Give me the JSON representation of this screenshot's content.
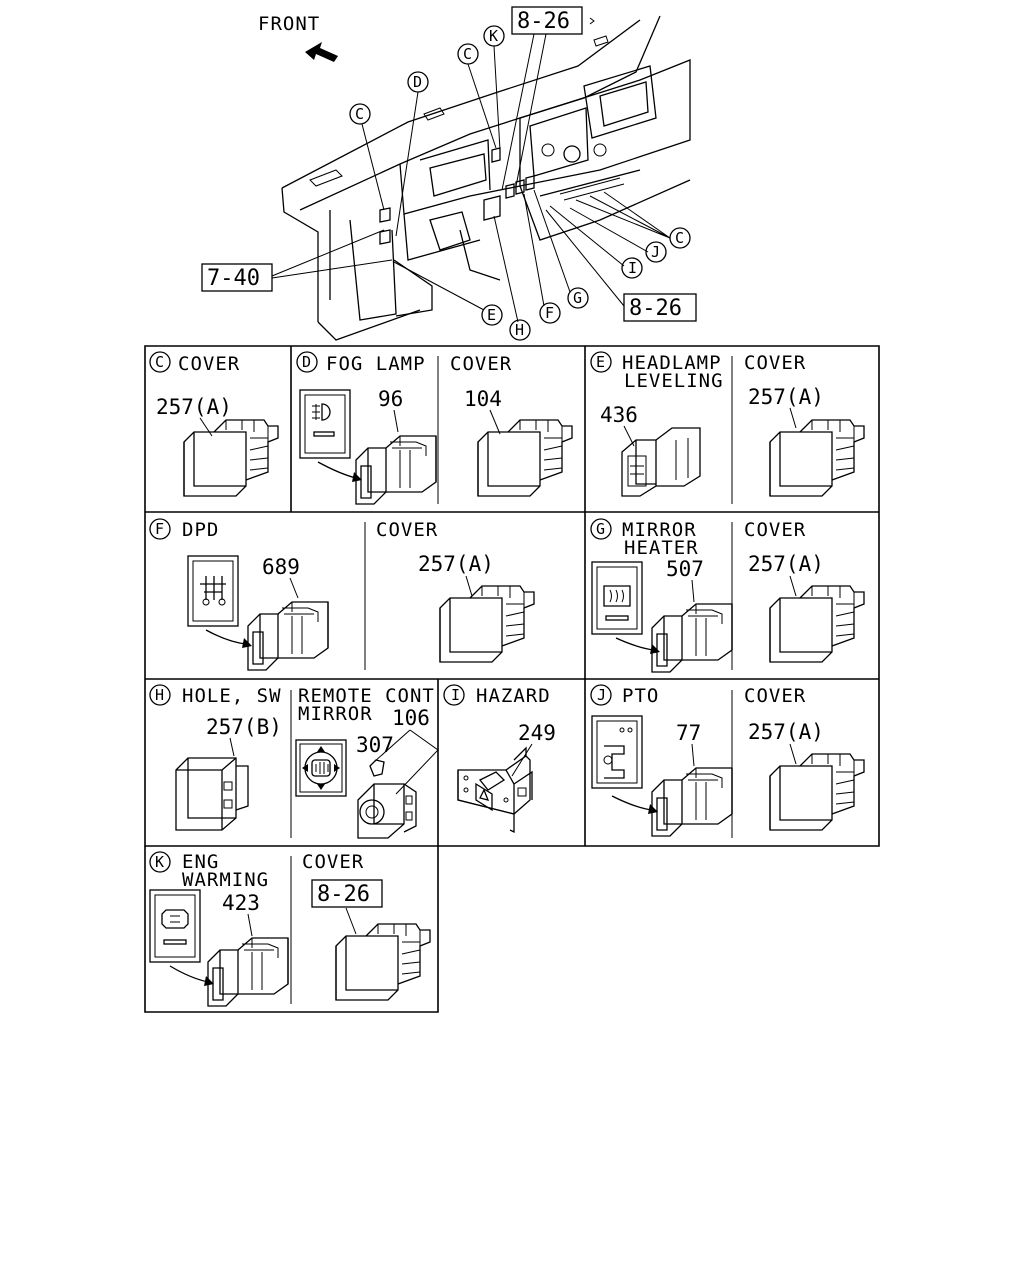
{
  "overview": {
    "front_label": "FRONT",
    "ref_top": "8-26",
    "ref_left": "7-40",
    "ref_bottom": "8-26",
    "callouts": [
      "C",
      "K",
      "D",
      "C",
      "C",
      "J",
      "I",
      "G",
      "F",
      "H",
      "E"
    ]
  },
  "cells": [
    {
      "id": "C",
      "letter": "C",
      "title": "COVER",
      "parts": [
        "257(A)"
      ]
    },
    {
      "id": "D",
      "letter": "D",
      "title": "FOG LAMP",
      "parts": [
        "96"
      ],
      "sub_title": "COVER",
      "sub_parts": [
        "104"
      ]
    },
    {
      "id": "E",
      "letter": "E",
      "title": "HEADLAMP",
      "title2": "LEVELING",
      "parts": [
        "436"
      ],
      "sub_title": "COVER",
      "sub_parts": [
        "257(A)"
      ]
    },
    {
      "id": "F",
      "letter": "F",
      "title": "DPD",
      "parts": [
        "689"
      ],
      "sub_title": "COVER",
      "sub_parts": [
        "257(A)"
      ]
    },
    {
      "id": "G",
      "letter": "G",
      "title": "MIRROR",
      "title2": "HEATER",
      "parts": [
        "507"
      ],
      "sub_title": "COVER",
      "sub_parts": [
        "257(A)"
      ]
    },
    {
      "id": "H",
      "letter": "H",
      "title": "HOLE, SW",
      "parts": [
        "257(B)"
      ],
      "sub_title": "REMOTE CONT",
      "sub_title2": "MIRROR",
      "sub_parts": [
        "106",
        "307"
      ]
    },
    {
      "id": "I",
      "letter": "I",
      "title": "HAZARD",
      "parts": [
        "249"
      ]
    },
    {
      "id": "J",
      "letter": "J",
      "title": "PTO",
      "parts": [
        "77"
      ],
      "sub_title": "COVER",
      "sub_parts": [
        "257(A)"
      ]
    },
    {
      "id": "K",
      "letter": "K",
      "title": "ENG",
      "title2": "WARMING",
      "parts": [
        "423"
      ],
      "sub_title": "COVER",
      "sub_ref": "8-26"
    }
  ]
}
